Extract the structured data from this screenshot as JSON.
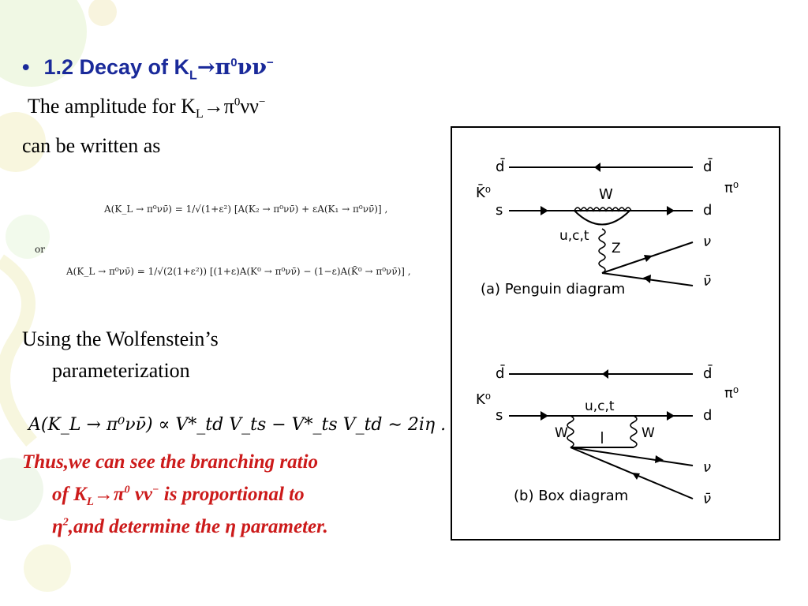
{
  "heading": {
    "bullet": "•",
    "text_main": "1.2 Decay of K",
    "sub_L": "L",
    "arrow": "→",
    "pi": "π",
    "sup0": "0",
    "nunu": "νν",
    "bar": "−"
  },
  "intro": {
    "line1_prefix": "The amplitude for K",
    "line1_sub": "L",
    "line1_arrow": "→",
    "line1_pi": "π",
    "line1_sup": "0",
    "line1_nunu": "νν",
    "line1_bar": "−",
    "line2": "can be written as"
  },
  "equations": {
    "eq1": "A(K_L → π⁰νν̄) = 1/√(1+ε²) [A(K₂ → π⁰νν̄) + εA(K₁ → π⁰νν̄)] ,",
    "or": "or",
    "eq2": "A(K_L → π⁰νν̄) = 1/√(2(1+ε²)) [(1+ε)A(K⁰ → π⁰νν̄) − (1−ε)A(K̄⁰ → π⁰νν̄)] ,",
    "eq3": "A(K_L → π⁰νν̄) ∝ V*_td V_ts − V*_ts V_td ∼ 2iη ."
  },
  "wolfenstein": {
    "line1": "Using the Wolfenstein’s",
    "line2": "parameterization"
  },
  "conclusion": {
    "line1": "Thus,we can see the branching ratio",
    "line2_prefix": "of K",
    "line2_sub": "L",
    "line2_arrow": "→",
    "line2_pi": "π",
    "line2_sup": "0",
    "line2_nunu": " νν",
    "line2_bar": "−",
    "line2_suffix": " is proportional to",
    "line3_eta": "η",
    "line3_sup": "2",
    "line3_rest": ",and determine the ",
    "line3_eta2": "η",
    "line3_end": " parameter."
  },
  "diagram": {
    "penguin": {
      "dbar_left": "d̄",
      "dbar_right": "d̄",
      "k0bar": "K̄⁰",
      "pi0": "π⁰",
      "s": "s",
      "d": "d",
      "w": "W",
      "uct": "u,c,t",
      "z": "Z",
      "nu": "ν",
      "nubar": "ν̄",
      "caption": "(a) Penguin diagram"
    },
    "box": {
      "dbar_left": "d̄",
      "dbar_right": "d̄",
      "k0": "K⁰",
      "pi0": "π⁰",
      "s": "s",
      "d": "d",
      "uct": "u,c,t",
      "w_left": "W",
      "w_right": "W",
      "nu": "ν",
      "nubar": "ν̄",
      "caption": "(b) Box diagram"
    }
  }
}
